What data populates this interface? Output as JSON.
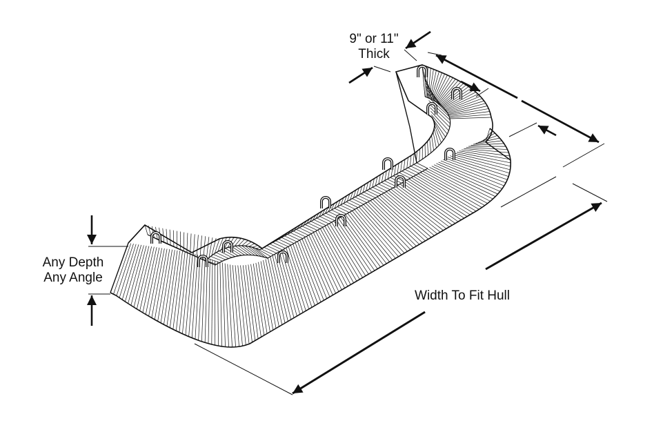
{
  "diagram": {
    "labels": {
      "thickness_line1": "9\" or 11\"",
      "thickness_line2": "Thick",
      "depth_line1": "Any Depth",
      "depth_line2": "Any Angle",
      "width": "Width To Fit Hull"
    },
    "colors": {
      "stroke": "#111111",
      "background": "#ffffff"
    }
  }
}
